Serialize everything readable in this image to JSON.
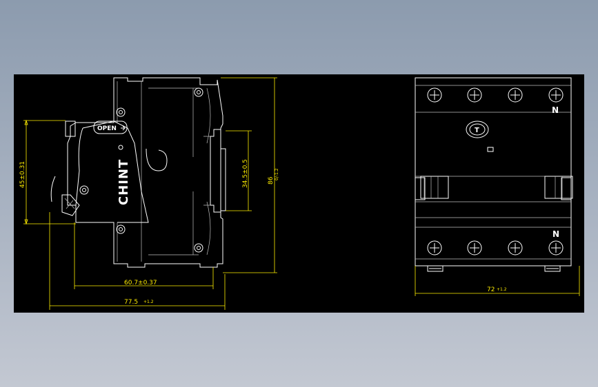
{
  "side_view": {
    "brand": "CHINT",
    "handle_label": "OPEN",
    "dims": {
      "height_45": "45±0.31",
      "rail_345": "34.5±0.5",
      "height_86": "86",
      "height_86_tol": "0/-1.2",
      "depth_607": "60.7±0.37",
      "depth_775": "77.5",
      "depth_775_tol": "+1.2"
    }
  },
  "front_view": {
    "top_terminal_label": "N",
    "bottom_terminal_label": "N",
    "test_button_label": "T",
    "dims": {
      "width_72": "72",
      "width_72_tol": "+1.2"
    }
  },
  "colors": {
    "drawing_background": "#000000",
    "outline": "#ffffff",
    "dimension": "#ffee00",
    "page_background": "#a9b3c2"
  }
}
